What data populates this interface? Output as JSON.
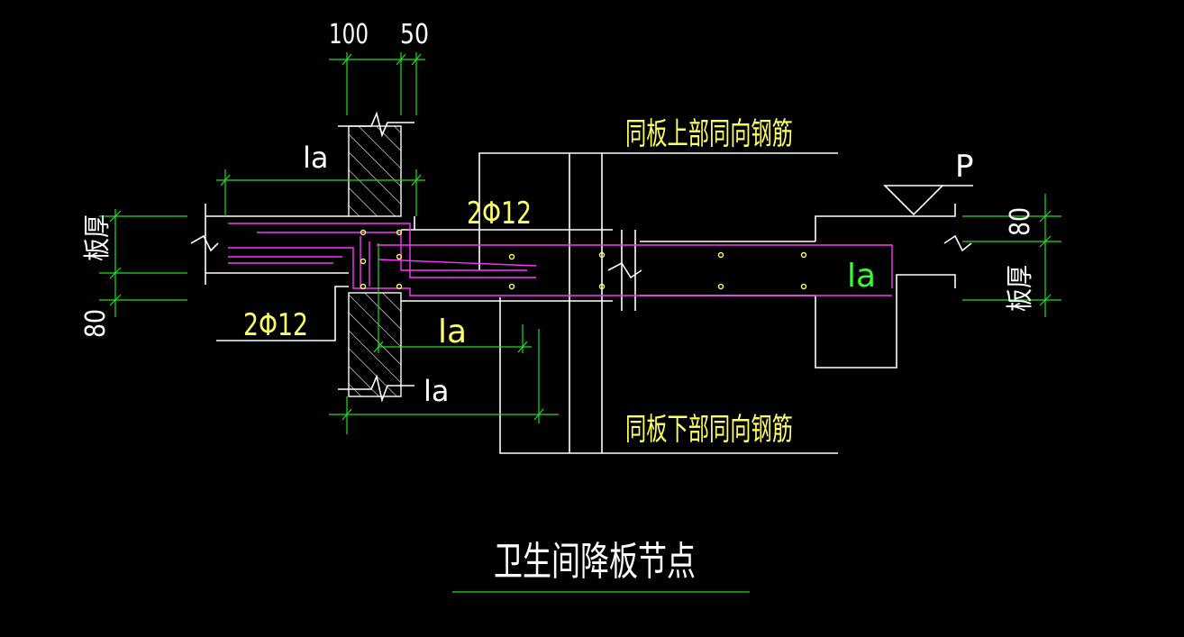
{
  "drawing": {
    "title": "卫生间降板节点",
    "labels": {
      "dim_100": "100",
      "dim_50": "50",
      "la_top": "la",
      "la_mid": "la",
      "la_low": "la",
      "la_right": "la",
      "rebar_top": "2Φ12",
      "rebar_bottom": "2Φ12",
      "top_note": "同板上部同向钢筋",
      "bottom_note": "同板下部同向钢筋",
      "load_p": "P",
      "left_thickness": "板厚",
      "left_80": "80",
      "right_thickness": "板厚",
      "right_80": "80"
    },
    "colors": {
      "background": "#000000",
      "outline": "#ffffff",
      "dimension": "#22dd22",
      "rebar": "#ff33ff",
      "text": "#ffff66"
    }
  }
}
